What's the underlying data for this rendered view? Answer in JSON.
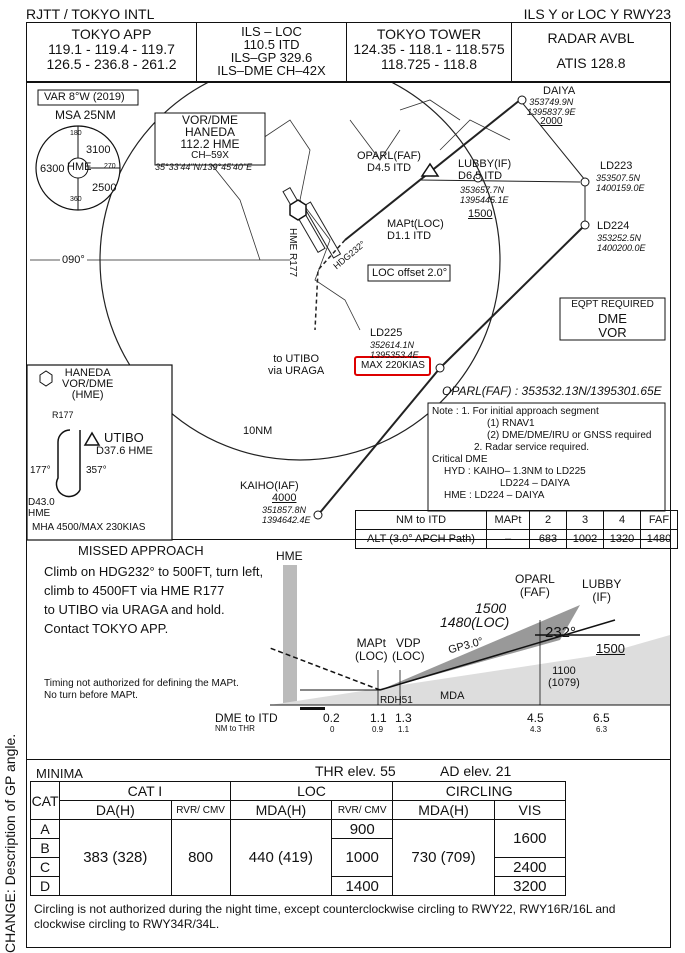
{
  "header": {
    "left_title": "RJTT / TOKYO INTL",
    "right_title": "ILS Y or LOC Y RWY23"
  },
  "comms": {
    "app_label": "TOKYO APP",
    "app_freq1": "119.1 - 119.4 - 119.7",
    "app_freq2": "126.5 - 236.8 - 261.2",
    "ils_label": "ILS – LOC",
    "ils_line1": "110.5 ITD",
    "ils_line2": "ILS–GP 329.6",
    "ils_line3": "ILS–DME CH–42X",
    "twr_label": "TOKYO TOWER",
    "twr_freq1": "124.35 - 118.1 - 118.575",
    "twr_freq2": "118.725 - 118.8",
    "radar": "RADAR AVBL",
    "atis": "ATIS 128.8"
  },
  "plan": {
    "var": "VAR 8°W (2019)",
    "msa": "MSA 25NM",
    "msa_3100": "3100",
    "msa_6300": "6300",
    "msa_2500": "2500",
    "msa_center": "HME",
    "msa_180": "180",
    "msa_270": "270",
    "msa_360": "360",
    "vor_title": "VOR/DME",
    "vor_name": "HANEDA",
    "vor_freq": "112.2 HME",
    "vor_ch": "CH–59X",
    "vor_coord": "35°33'44\"N/139°45'40\"E",
    "hme_r177": "HME R177",
    "radial_090": "090°",
    "tenm": "10NM",
    "daiya": "DAIYA",
    "daiya_coord1": "353749.9N",
    "daiya_coord2": "1395837.9E",
    "daiya_alt": "2000",
    "opar": "OPARL(FAF)",
    "opar_d": "D4.5 ITD",
    "lubby": "LUBBY(IF)",
    "lubby_d": "D6.5 ITD",
    "lubby_coord1": "353657.7N",
    "lubby_coord2": "1395445.1E",
    "lubby_alt": "1500",
    "ld223": "LD223",
    "ld223_c1": "353507.5N",
    "ld223_c2": "1400159.0E",
    "ld224": "LD224",
    "ld224_c1": "353252.5N",
    "ld224_c2": "1400200.0E",
    "mapt": "MAPt(LOC)",
    "mapt_d": "D1.1 ITD",
    "hdg232": "HDG232°",
    "loc_offset": "LOC offset 2.0°",
    "eqpt_title": "EQPT REQUIRED",
    "eqpt1": "DME",
    "eqpt2": "VOR",
    "ld225": "LD225",
    "ld225_c1": "352614.1N",
    "ld225_c2": "1395353.4E",
    "max_speed": "MAX 220KIAS",
    "to_utibo1": "to UTIBO",
    "to_utibo2": "via URAGA",
    "opar_coord": "OPARL(FAF) : 353532.13N/1395301.65E",
    "note_lines": [
      "Note :  1. For initial approach segment",
      "(1) RNAV1",
      "(2) DME/DME/IRU or GNSS required",
      "2. Radar service required.",
      "Critical DME",
      "HYD : KAIHO– 1.3NM to LD225",
      "LD224 – DAIYA",
      "HME : LD224 – DAIYA"
    ],
    "kaiho": "KAIHO(IAF)",
    "kaiho_alt": "4000",
    "kaiho_c1": "351857.8N",
    "kaiho_c2": "1394642.4E",
    "hold_name1": "HANEDA",
    "hold_name2": "VOR/DME",
    "hold_name3": "(HME)",
    "utibo": "UTIBO",
    "utibo_d": "D37.6 HME",
    "d430": "D43.0",
    "d430_hme": "HME",
    "mha": "MHA 4500/MAX 230KIAS",
    "r177": "R177",
    "course_357": "357°",
    "course_177": "177°",
    "alt_table": {
      "header": [
        "NM to ITD",
        "MAPt",
        "2",
        "3",
        "4",
        "FAF"
      ],
      "row": [
        "ALT (3.0° APCH Path)",
        "–",
        "683",
        "1002",
        "1320",
        "1480"
      ]
    }
  },
  "profile": {
    "missed_title": "MISSED APPROACH",
    "missed_lines": [
      "Climb on HDG232° to 500FT, turn left,",
      "climb to 4500FT via HME R177",
      "to UTIBO via URAGA and hold.",
      "Contact TOKYO APP."
    ],
    "hme": "HME",
    "timing1": "Timing not authorized for defining the MAPt.",
    "timing2": "No turn before MAPt.",
    "opar1": "OPARL",
    "opar2": "(FAF)",
    "lubby1": "LUBBY",
    "lubby2": "(IF)",
    "alt1500": "1500",
    "alt1480": "1480(LOC)",
    "alt1500b": "1500",
    "hdg": "232°",
    "gp": "GP3.0°",
    "mapt1": "MAPt",
    "mapt2": "(LOC)",
    "vdp1": "VDP",
    "vdp2": "(LOC)",
    "rdh": "RDH51",
    "mda": "MDA",
    "alt1100": "1100",
    "alt1079": "(1079)",
    "dme_label": "DME to ITD",
    "dme_vals": [
      "0.2",
      "1.1",
      "1.3",
      "4.5",
      "6.5"
    ],
    "thr_label": "NM to THR",
    "thr_vals": [
      "0",
      "0.9",
      "1.1",
      "4.3",
      "6.3"
    ]
  },
  "minima": {
    "title": "MINIMA",
    "thr_elev": "THR elev. 55",
    "ad_elev": "AD elev. 21",
    "cat": "CAT",
    "cat1": "CAT I",
    "loc": "LOC",
    "circling": "CIRCLING",
    "da": "DA(H)",
    "rvr1": "RVR/ CMV",
    "mda": "MDA(H)",
    "rvr2": "RVR/ CMV",
    "mda2": "MDA(H)",
    "vis": "VIS",
    "rows": [
      "A",
      "B",
      "C",
      "D"
    ],
    "da_val": "383 (328)",
    "rvr_val": "800",
    "mda_val": "440 (419)",
    "loc_rvr": [
      "900",
      "1000",
      "1400"
    ],
    "circ_mda": "730 (709)",
    "vis_vals": [
      "1600",
      "2400",
      "3200"
    ],
    "footer": "Circling is not authorized during the night time, except counterclockwise circling to RWY22, RWY16R/16L and clockwise circling to RWY34R/34L."
  },
  "side": "CHANGE: Description of GP angle."
}
